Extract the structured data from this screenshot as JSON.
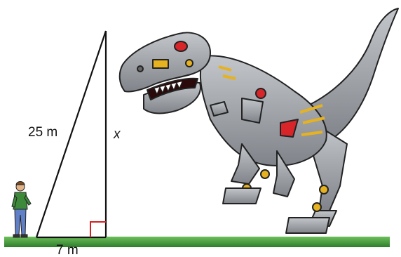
{
  "figure": {
    "labels": {
      "hypotenuse": "25 m",
      "base": "7 m",
      "height": "x"
    },
    "colors": {
      "ground": "#3f9a3a",
      "right_angle_marker": "#d62020",
      "robot_body": "#9ea1a5",
      "robot_accent": "#e7b21f",
      "robot_eye": "#d7252a"
    },
    "icons": [
      "person",
      "robot-tyrannosaurus"
    ]
  }
}
